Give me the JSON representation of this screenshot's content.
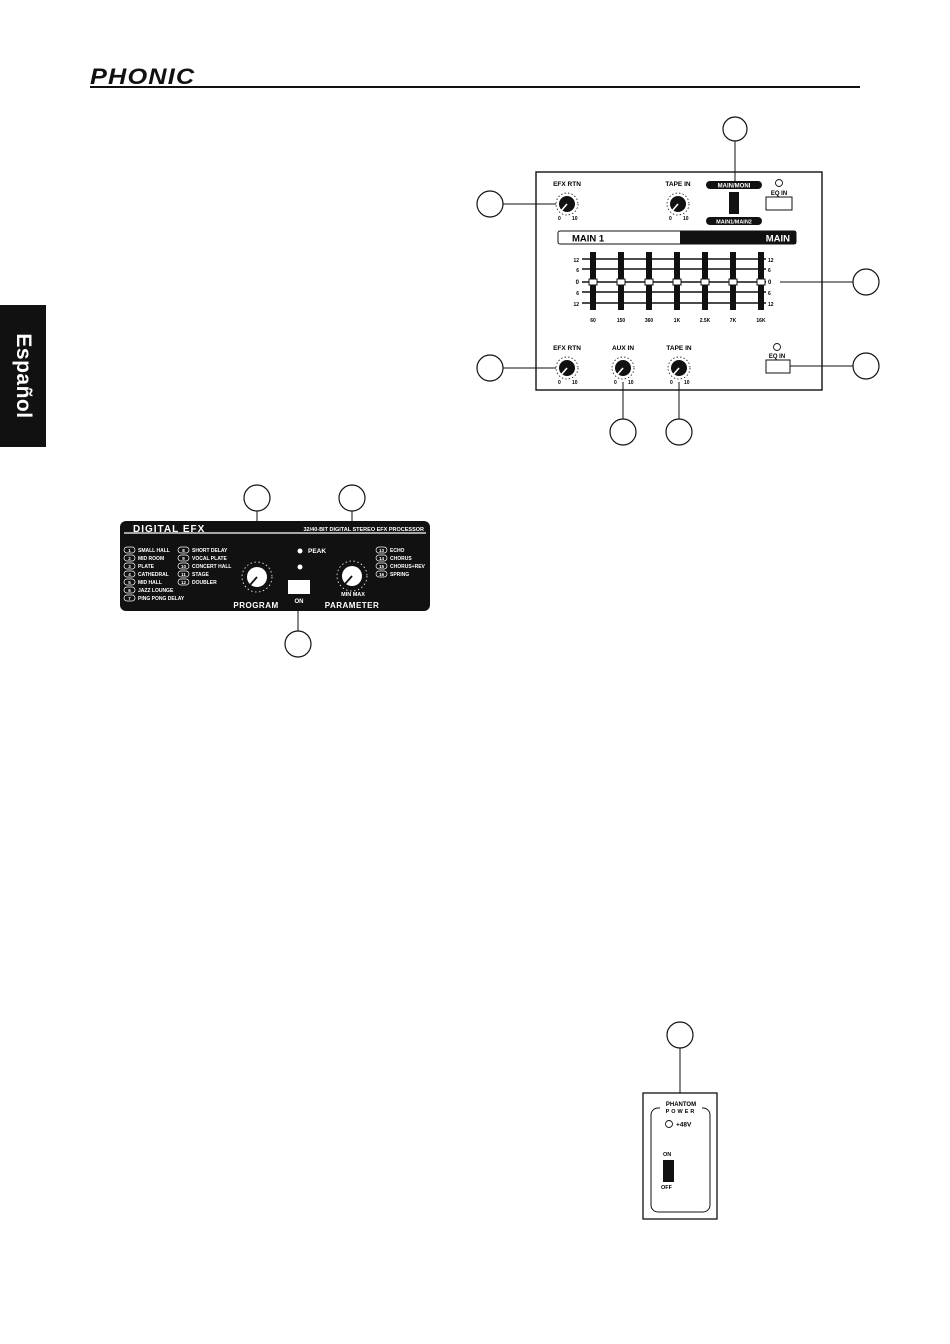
{
  "header": {
    "brand": "PHONIC"
  },
  "side_tab": {
    "label": "Español"
  },
  "main_panel": {
    "efx_rtn": "EFX RTN",
    "tape_in": "TAPE IN",
    "aux_in": "AUX IN",
    "main_moni": "MAIN/MONI",
    "main1_main2": "MAIN1/MAIN2",
    "eq_in": "EQ IN",
    "main1": "MAIN 1",
    "main": "MAIN",
    "knob_min": "0",
    "knob_max": "10",
    "eq_scale": [
      "12",
      "6",
      "0",
      "6",
      "12"
    ],
    "eq_bands": [
      "60",
      "150",
      "360",
      "1K",
      "2.5K",
      "7K",
      "16K"
    ]
  },
  "efx_panel": {
    "title": "DIGITAL EFX",
    "subtitle": "32/40-BIT DIGITAL STEREO EFX PROCESSOR",
    "programs_col1": [
      {
        "num": "1",
        "name": "SMALL HALL"
      },
      {
        "num": "2",
        "name": "MID ROOM"
      },
      {
        "num": "3",
        "name": "PLATE"
      },
      {
        "num": "4",
        "name": "CATHEDRAL"
      },
      {
        "num": "5",
        "name": "MID HALL"
      },
      {
        "num": "6",
        "name": "JAZZ LOUNGE"
      },
      {
        "num": "7",
        "name": "PING PONG DELAY"
      }
    ],
    "programs_col2": [
      {
        "num": "8",
        "name": "SHORT DELAY"
      },
      {
        "num": "9",
        "name": "VOCAL PLATE"
      },
      {
        "num": "10",
        "name": "CONCERT HALL"
      },
      {
        "num": "11",
        "name": "STAGE"
      },
      {
        "num": "12",
        "name": "DOUBLER"
      }
    ],
    "programs_col3": [
      {
        "num": "13",
        "name": "ECHO"
      },
      {
        "num": "14",
        "name": "CHORUS"
      },
      {
        "num": "15",
        "name": "CHORUS+REV"
      },
      {
        "num": "16",
        "name": "SPRING"
      }
    ],
    "peak": "PEAK",
    "on": "ON",
    "program": "PROGRAM",
    "parameter": "PARAMETER",
    "min_max": "MIN MAX"
  },
  "phantom_panel": {
    "title": "PHANTOM",
    "subtitle": "POWER",
    "volt": "+48V",
    "on": "ON",
    "off": "OFF"
  }
}
